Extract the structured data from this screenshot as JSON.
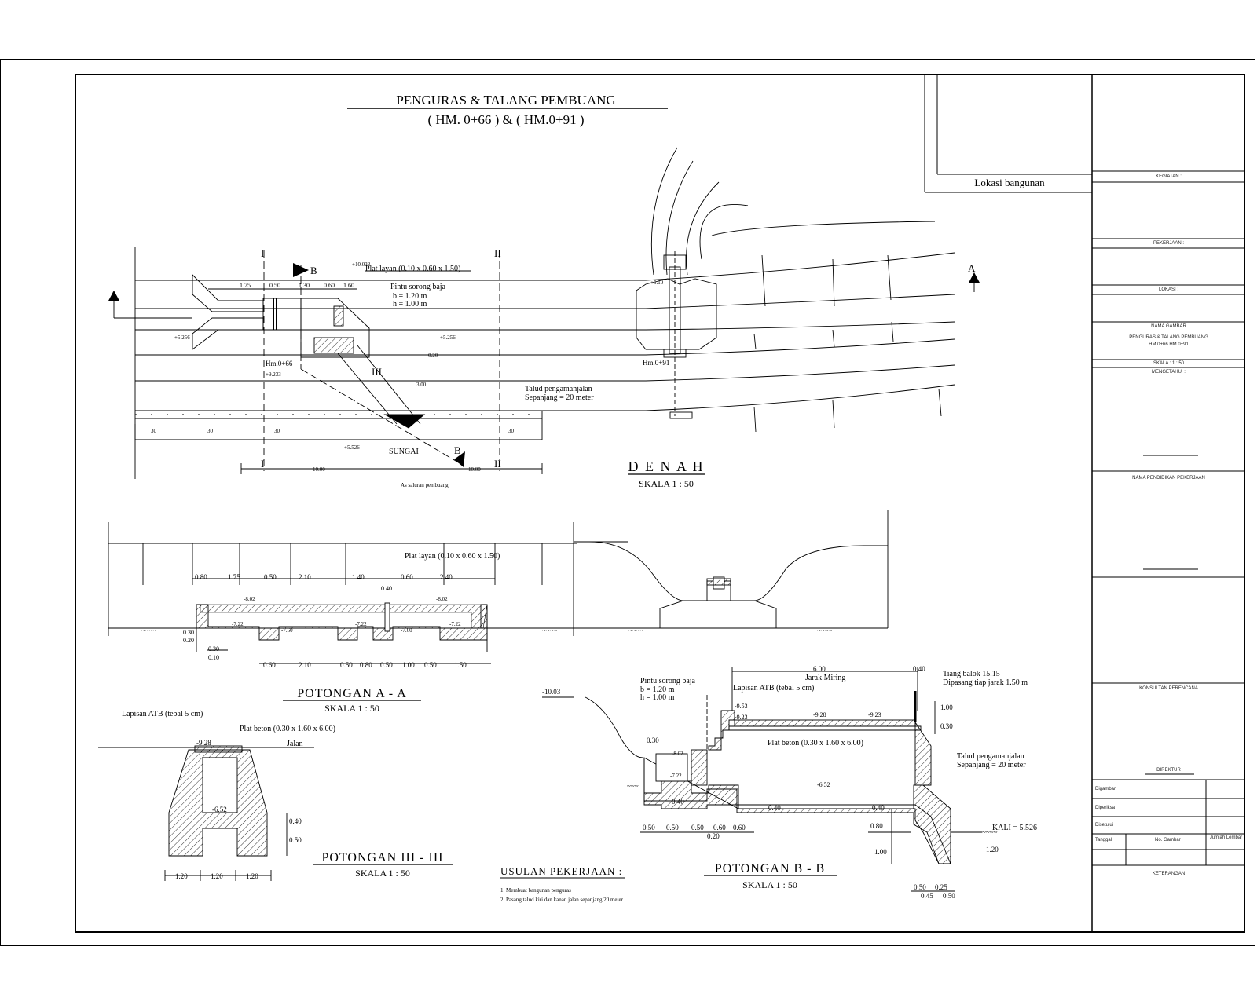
{
  "sheet": {
    "title": "PENGURAS & TALANG PEMBUANG",
    "subtitle": "( HM. 0+66 ) & ( HM.0+91 )",
    "location_label": "Lokasi bangunan"
  },
  "plan": {
    "title": "D E N A H",
    "scale": "SKALA 1 : 50",
    "section_marks": {
      "a": "A",
      "b": "B",
      "i": "I",
      "ii": "II",
      "iii": "III"
    },
    "labels": {
      "plat_layan": "Plat layan (0.10 x 0.60 x 1.50)",
      "pintu_sorong": "Pintu sorong baja",
      "pintu_b": "b  = 1.20 m",
      "pintu_h": "h  = 1.00 m",
      "hm066": "Hm.0+66",
      "hm091": "Hm.0+91",
      "talud": "Talud pengamanjalan",
      "talud_len": "Sepanjang = 20 meter",
      "sungai": "SUNGAI",
      "as_saluran": "As saluran pembuang",
      "elev_1": "+10.033",
      "elev_2": "+5.256",
      "elev_3": "+5.256",
      "elev_4": "+9.233",
      "elev_5": "+5.526",
      "elev_6": "+5.10",
      "dim_175": "1.75",
      "dim_050": "0.50",
      "dim_160": "1.60",
      "dim_130": "1.30",
      "dim_060": "0.60",
      "dim_020": "0.20",
      "dim_300": "3.00",
      "dim_1000": "10.00",
      "dim_1000b": "10.00",
      "num_30": "30"
    }
  },
  "section_aa": {
    "title": "POTONGAN A - A",
    "scale": "SKALA 1 : 50",
    "plat_layan": "Plat layan (0.10 x 0.60 x 1.50)",
    "top_dims": [
      "0.80",
      "1.75",
      "0.50",
      "2.10",
      "1.40",
      "0.60",
      "2.40"
    ],
    "bottom_dims": [
      "0.60",
      "2.10",
      "0.50",
      "0.80",
      "0.50",
      "1.00",
      "0.50",
      "1.50"
    ],
    "side_dims": [
      "0.30",
      "0.20",
      "0.30",
      "0.10"
    ],
    "dim_040": "0.40",
    "elevs": [
      "-8.02",
      "-8.02",
      "-7.22",
      "-7.60",
      "-7.22",
      "-7.60",
      "-7.22"
    ]
  },
  "section_iii": {
    "title": "POTONGAN III - III",
    "scale": "SKALA 1 : 50",
    "lapisan": "Lapisan ATB (tebal 5 cm)",
    "plat_beton": "Plat beton (0.30 x 1.60 x 6.00)",
    "jalan": "Jalan",
    "elev_top": "-9.28",
    "elev_bot": "-6.52",
    "dims_bottom": [
      "1.20",
      "1.20",
      "1.20"
    ],
    "dims_side": [
      "0.40",
      "0.50"
    ]
  },
  "section_bb": {
    "title": "POTONGAN B - B",
    "scale": "SKALA 1 : 50",
    "pintu": "Pintu sorong baja",
    "pintu_b": "b  = 1.20 m",
    "pintu_h": "h  = 1.00 m",
    "lapisan": "Lapisan ATB (tebal 5 cm)",
    "jarak": "Jarak Miring",
    "tiang": "Tiang balok 15.15",
    "tiang2": "Dipasang tiap jarak 1.50 m",
    "plat_beton": "Plat beton (0.30 x 1.60 x 6.00)",
    "talud": "Talud pengamanjalan",
    "talud_len": "Sepanjang = 20 meter",
    "kali": "KALI = 5.526",
    "elev_left": "-10.03",
    "elev_a": "-9.53",
    "elev_b": "-9.23",
    "elev_c": "-9.28",
    "elev_d": "-9.23",
    "elev_e": "-8.02",
    "elev_f": "-7.22",
    "elev_g": "-6.52",
    "dim_600": "6.00",
    "dims_bottom": [
      "0.50",
      "0.50",
      "0.50",
      "0.60",
      "0.60",
      "0.20"
    ],
    "dims_misc": [
      "0.30",
      "0.40",
      "0.40",
      "0.40",
      "0.80",
      "1.00",
      "0.30",
      "0.40",
      "1.20"
    ],
    "dims_foot": [
      "0.50",
      "0.25",
      "0.45",
      "0.50"
    ]
  },
  "notes": {
    "title": "USULAN PEKERJAAN :",
    "items": [
      "1.  Membuat bangunan penguras",
      "2.  Pasang talud kiri dan kanan jalan sepanjang 20 meter"
    ]
  },
  "title_block": {
    "kegiatan": "KEGIATAN :",
    "pekerjaan": "PEKERJAAN :",
    "lokasi": "LOKASI :",
    "nama_gambar": "NAMA GAMBAR",
    "gambar_line1": "PENGURAS & TALANG PEMBUANG",
    "gambar_line2": "HM 0+66          HM 0+91",
    "skala": "SKALA :          1 : 50",
    "mengetahui": "MENGETAHUI :",
    "nama_pemilik": "NAMA PENDIDIKAN PEKERJAAN",
    "konsultan": "KONSULTAN PERENCANA",
    "direktur": "DIREKTUR",
    "rows": [
      "Digambar",
      "Diperiksa",
      "Disetujui",
      "Tanggal"
    ],
    "no_gambar": "No. Gambar",
    "jumlah": "Jumlah Lembar",
    "keterangan": "KETERANGAN"
  }
}
